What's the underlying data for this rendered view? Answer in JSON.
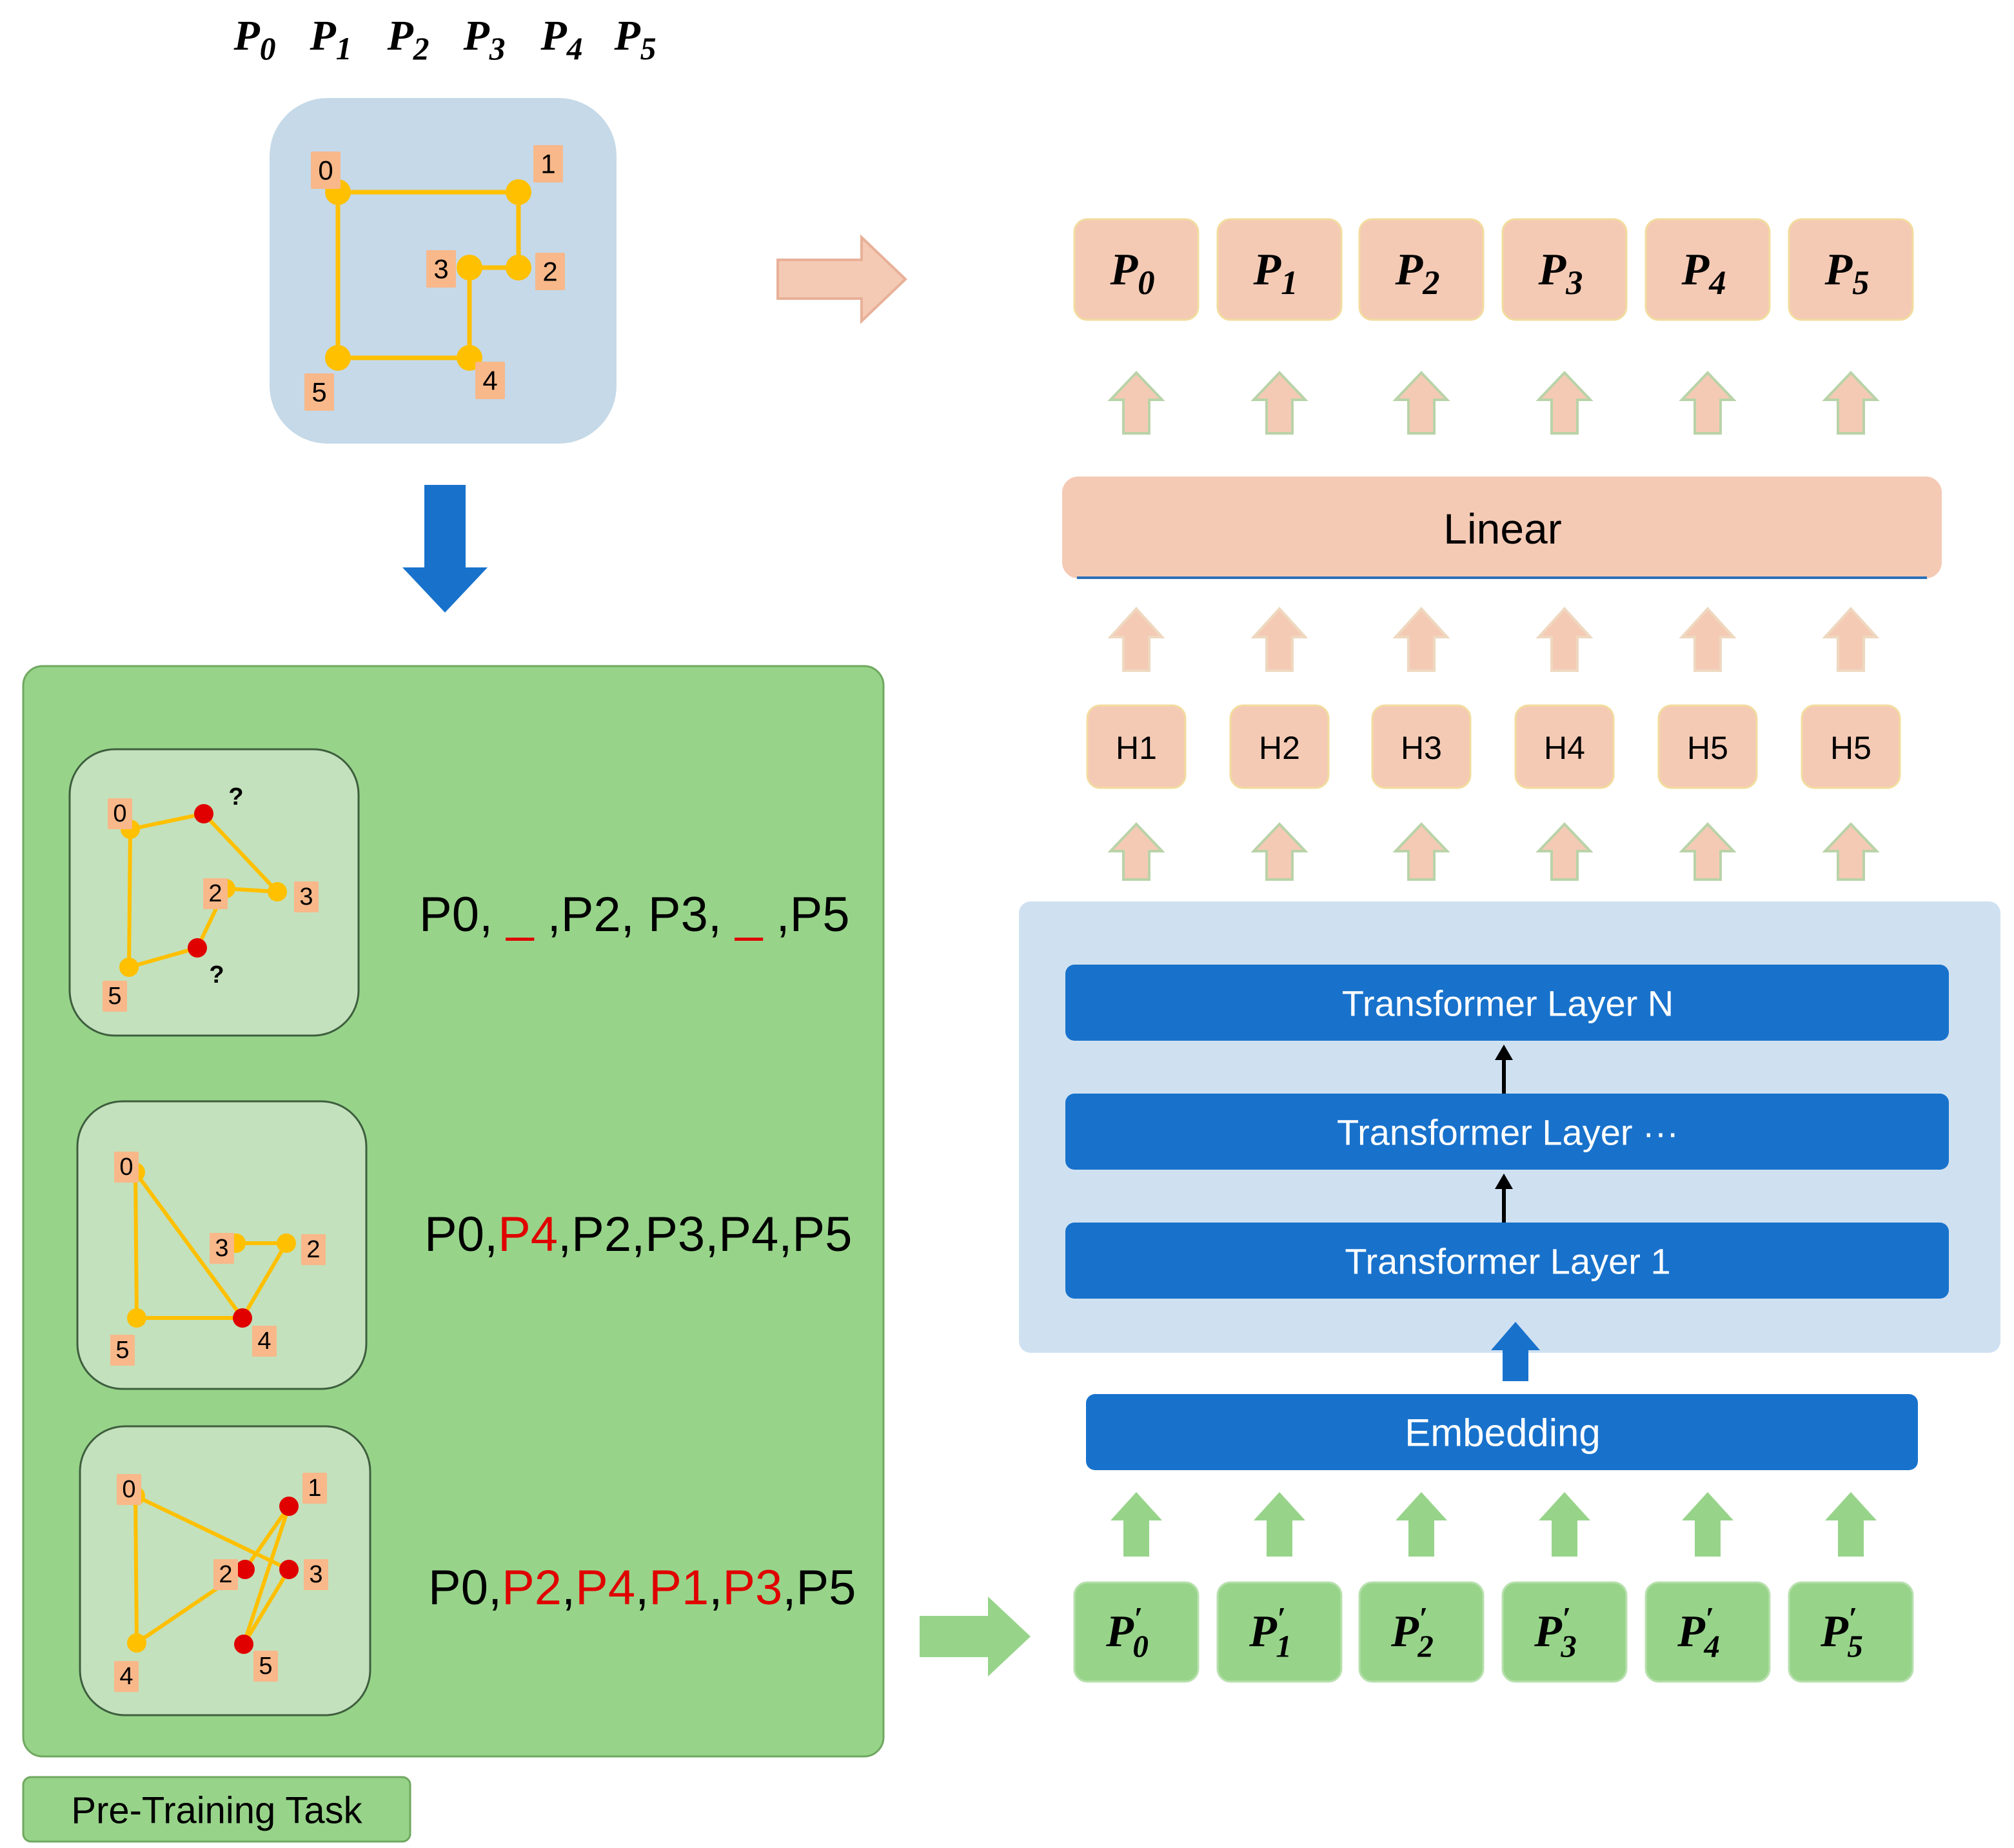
{
  "colors": {
    "node": "#FFC000",
    "edge": "#FFC000",
    "masked_node": "#E00000",
    "node_label_bg": "#F8B88A",
    "red_text": "#E00000",
    "green_panel": "#97D48A",
    "green_panel_border": "#6FA860",
    "mini_graph_bg": "#C3E1BC",
    "top_graph_bg": "#C5D9E8",
    "salmon": "#F4CAB5",
    "salmon_border": "#F2DC9E",
    "blue_dark": "#1872CC",
    "blue_light_panel": "#CFE1F1",
    "green_token": "#97D48A",
    "green_arrow": "#97D48A",
    "blue_arrow": "#1872CC"
  },
  "top": {
    "header_tokens": [
      {
        "base": "P",
        "sub": "0"
      },
      {
        "base": "P",
        "sub": "1"
      },
      {
        "base": "P",
        "sub": "2"
      },
      {
        "base": "P",
        "sub": "3"
      },
      {
        "base": "P",
        "sub": "4"
      },
      {
        "base": "P",
        "sub": "5"
      }
    ],
    "graph": {
      "node_labels": [
        "0",
        "1",
        "2",
        "3",
        "4",
        "5"
      ]
    }
  },
  "pretraining": {
    "caption": "Pre-Training Task",
    "rows": [
      {
        "graph_labels": [
          "0",
          "?",
          "3",
          "2",
          "5",
          "?"
        ],
        "sequence": [
          {
            "text": "P0, ",
            "red": false
          },
          {
            "text": "_",
            "red": true
          },
          {
            "text": " ,P2, P3, ",
            "red": false
          },
          {
            "text": "_",
            "red": true
          },
          {
            "text": " ,P5",
            "red": false
          }
        ]
      },
      {
        "graph_labels": [
          "0",
          "3",
          "2",
          "5",
          "4"
        ],
        "sequence": [
          {
            "text": "P0,",
            "red": false
          },
          {
            "text": "P4",
            "red": true
          },
          {
            "text": ",P2,P3,P4,P5",
            "red": false
          }
        ]
      },
      {
        "graph_labels": [
          "0",
          "1",
          "3",
          "2",
          "5",
          "4"
        ],
        "sequence": [
          {
            "text": "P0,",
            "red": false
          },
          {
            "text": "P2",
            "red": true
          },
          {
            "text": ",",
            "red": false
          },
          {
            "text": "P4",
            "red": true
          },
          {
            "text": ",",
            "red": false
          },
          {
            "text": "P1",
            "red": true
          },
          {
            "text": ",",
            "red": false
          },
          {
            "text": "P3",
            "red": true
          },
          {
            "text": ",P5",
            "red": false
          }
        ]
      }
    ]
  },
  "model": {
    "outputs": [
      {
        "base": "P",
        "sub": "0"
      },
      {
        "base": "P",
        "sub": "1"
      },
      {
        "base": "P",
        "sub": "2"
      },
      {
        "base": "P",
        "sub": "3"
      },
      {
        "base": "P",
        "sub": "4"
      },
      {
        "base": "P",
        "sub": "5"
      }
    ],
    "linear_label": "Linear",
    "hidden_states": [
      "H1",
      "H2",
      "H3",
      "H4",
      "H5",
      "H5"
    ],
    "transformer_layers": [
      "Transformer Layer N",
      "Transformer Layer ···",
      "Transformer Layer 1"
    ],
    "embedding_label": "Embedding",
    "inputs": [
      {
        "base": "P",
        "prime": "′",
        "sub": "0"
      },
      {
        "base": "P",
        "prime": "′",
        "sub": "1"
      },
      {
        "base": "P",
        "prime": "′",
        "sub": "2"
      },
      {
        "base": "P",
        "prime": "′",
        "sub": "3"
      },
      {
        "base": "P",
        "prime": "′",
        "sub": "4"
      },
      {
        "base": "P",
        "prime": "′",
        "sub": "5"
      }
    ]
  }
}
